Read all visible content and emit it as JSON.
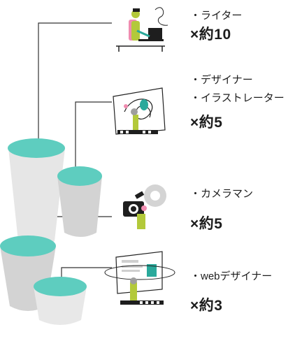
{
  "groups": [
    {
      "id": "writer",
      "roles": [
        "・ライター"
      ],
      "count": "×約10",
      "icon": "writer-illustration"
    },
    {
      "id": "designer",
      "roles": [
        "・デザイナー",
        "・イラストレーター"
      ],
      "count": "×約5",
      "icon": "designer-illustration"
    },
    {
      "id": "cameraman",
      "roles": [
        "・カメラマン"
      ],
      "count": "×約5",
      "icon": "cameraman-illustration"
    },
    {
      "id": "web-designer",
      "roles": [
        "・webデザイナー"
      ],
      "count": "×約3",
      "icon": "web-designer-illustration"
    }
  ],
  "colors": {
    "cylinder_top": "#5ecdbf",
    "cylinder_body_light": "#e6e6e6",
    "cylinder_body_dark": "#cfcfcf",
    "connector_line": "#333333",
    "accent_yellow_green": "#b3c93a",
    "accent_pink": "#f08cb0",
    "accent_teal": "#2aa99b",
    "dark": "#1e1e1e"
  }
}
